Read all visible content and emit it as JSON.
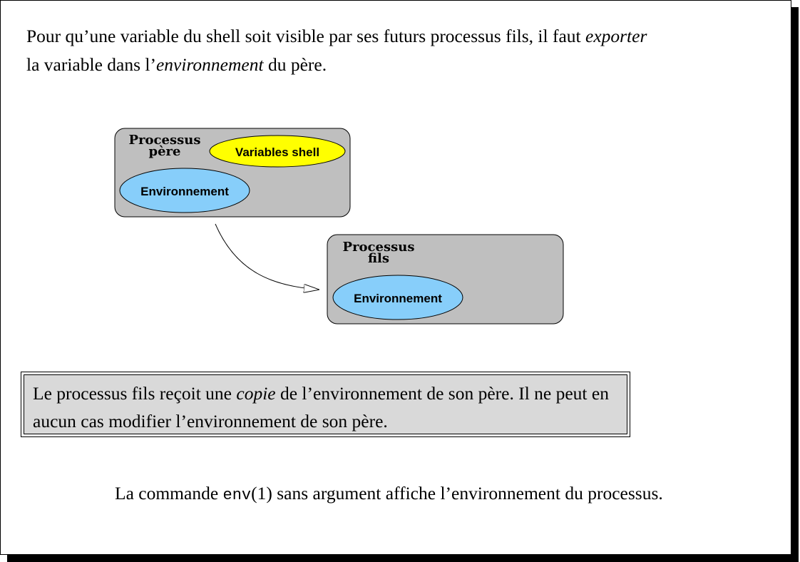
{
  "intro": {
    "part1": "Pour qu’une variable du shell soit visible par ses futurs processus fils, il faut ",
    "em1": "exporter",
    "part2": " la variable dans l’",
    "em2": "environnement",
    "part3": " du père."
  },
  "diagram": {
    "parent": {
      "title_line1": "Processus",
      "title_line2": "père",
      "shell_vars": "Variables shell",
      "env": "Environnement"
    },
    "child": {
      "title_line1": "Processus",
      "title_line2": "fils",
      "env": "Environnement"
    },
    "colors": {
      "box_fill": "#bfbfbf",
      "env_fill": "#87cefa",
      "shell_fill": "#ffff00"
    }
  },
  "note": {
    "part1": "Le processus fils reçoit une ",
    "em": "copie",
    "part2": " de l’environnement de son père. Il ne peut en aucun cas modifier l’environnement de son père."
  },
  "footer": {
    "part1": "La commande ",
    "command": "env",
    "part2": "(1) sans argument affiche l’environnement du processus."
  }
}
